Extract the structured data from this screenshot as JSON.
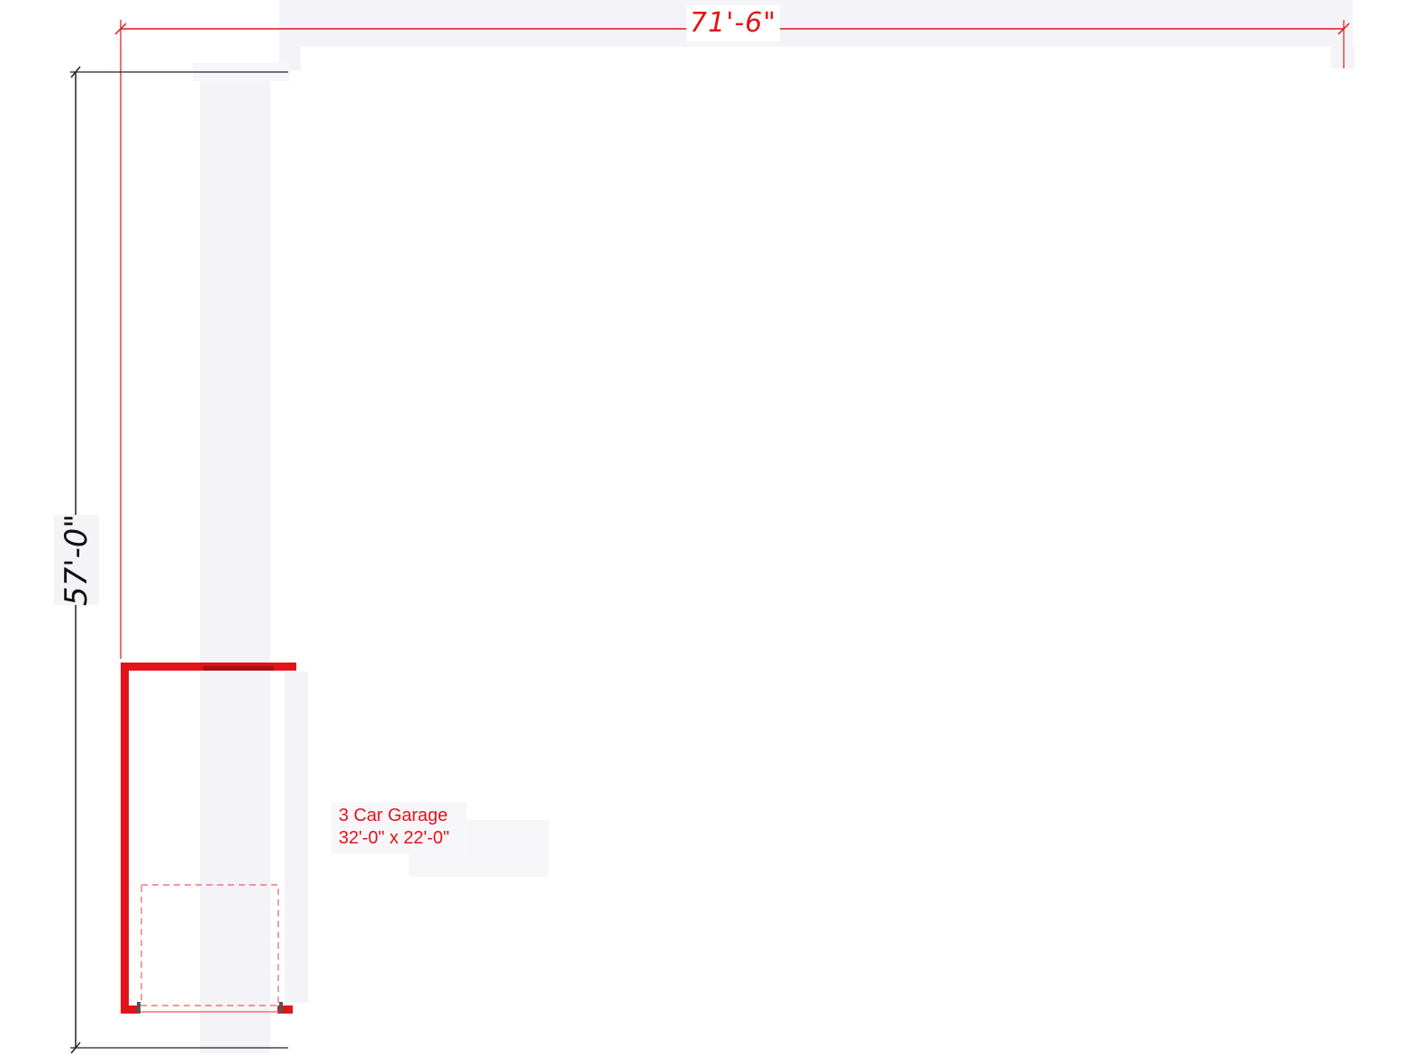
{
  "colors": {
    "accent_red": "#e0141a",
    "dimension_black": "#222222",
    "ghost_panel": "#f4f4f8",
    "background": "#ffffff"
  },
  "dimensions": {
    "overall_width": "71'-6\"",
    "overall_depth": "57'-0\""
  },
  "room": {
    "name": "3 Car Garage",
    "size": "32'-0\" x 22'-0\""
  }
}
